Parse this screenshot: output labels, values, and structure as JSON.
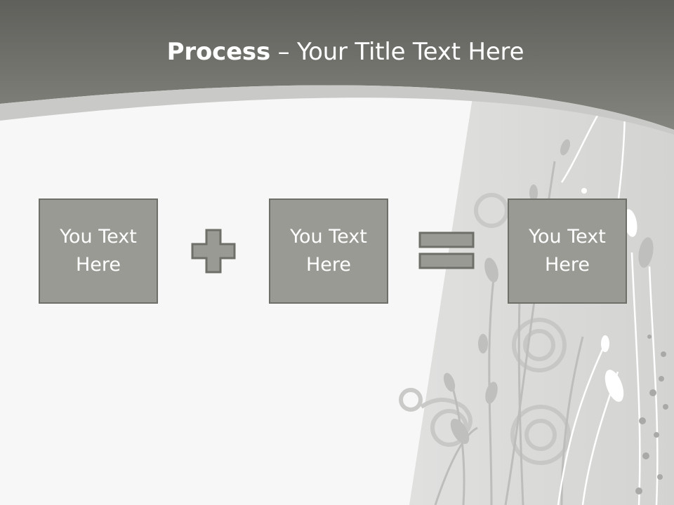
{
  "title": {
    "bold": "Process",
    "separator": " – ",
    "rest": "Your Title Text Here"
  },
  "boxes": [
    {
      "text": "You Text Here"
    },
    {
      "text": "You Text Here"
    },
    {
      "text": "You Text Here"
    }
  ],
  "operators": [
    "plus-icon",
    "equals-icon"
  ],
  "colors": {
    "header": "#6f6f6a",
    "box_fill": "#9a9a94",
    "box_border": "#6f6f6a",
    "background": "#f7f7f7"
  }
}
